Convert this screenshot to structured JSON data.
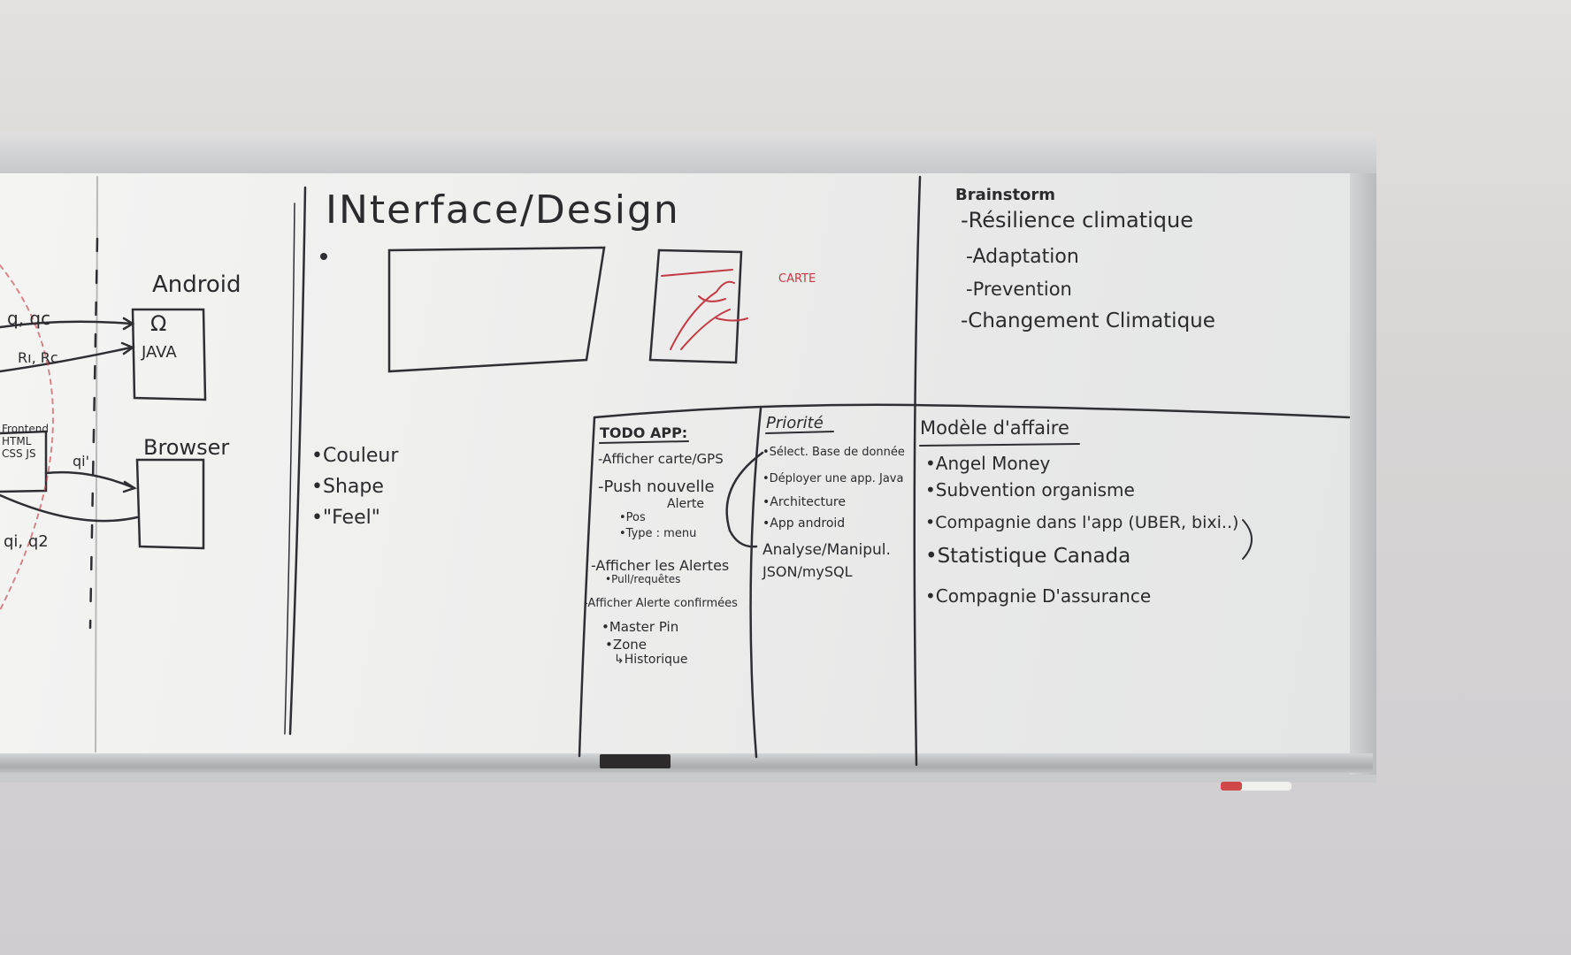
{
  "architecture": {
    "android_label": "Android",
    "android_box_line1": "Ω",
    "android_box_line2": "JAVA",
    "browser_label": "Browser",
    "arrow_label_a": "q, qc",
    "arrow_label_b": "Rı, Rc",
    "arrow_label_c": "qi'",
    "arrow_label_d": "qi, q2",
    "partial_label": "Frontend HTML CSS JS"
  },
  "design": {
    "title": "INterface/Design",
    "map_label": "CARTE",
    "items": [
      "•Couleur",
      "•Shape",
      "•\"Feel\""
    ]
  },
  "todo": {
    "title": "TODO APP:",
    "items": [
      "-Afficher carte/GPS",
      "-Push nouvelle",
      "Alerte",
      "•Pos",
      "•Type : menu",
      "-Afficher les Alertes",
      "•Pull/requêtes",
      "-Afficher Alerte confirmées",
      "•Master Pin",
      "•Zone",
      "↳Historique"
    ]
  },
  "priority": {
    "title": "Priorité",
    "items": [
      "•Sélect. Base de donnée",
      "•Déployer une app. Java",
      "•Architecture",
      "•App android",
      "Analyse/Manipul.",
      "JSON/mySQL"
    ]
  },
  "brainstorm": {
    "title": "Brainstorm",
    "items": [
      "-Résilience climatique",
      "-Adaptation",
      "-Prevention",
      "-Changement Climatique"
    ]
  },
  "business": {
    "title": "Modèle d'affaire",
    "items": [
      "•Angel Money",
      "•Subvention organisme",
      "•Compagnie dans l'app (UBER, bixi..)",
      "•Statistique Canada",
      "•Compagnie D'assurance"
    ]
  },
  "colors": {
    "marker_black": "#2b2a2d",
    "marker_red": "#c23b45",
    "whiteboard": "#efefee",
    "wall": "#d8d6d5"
  }
}
